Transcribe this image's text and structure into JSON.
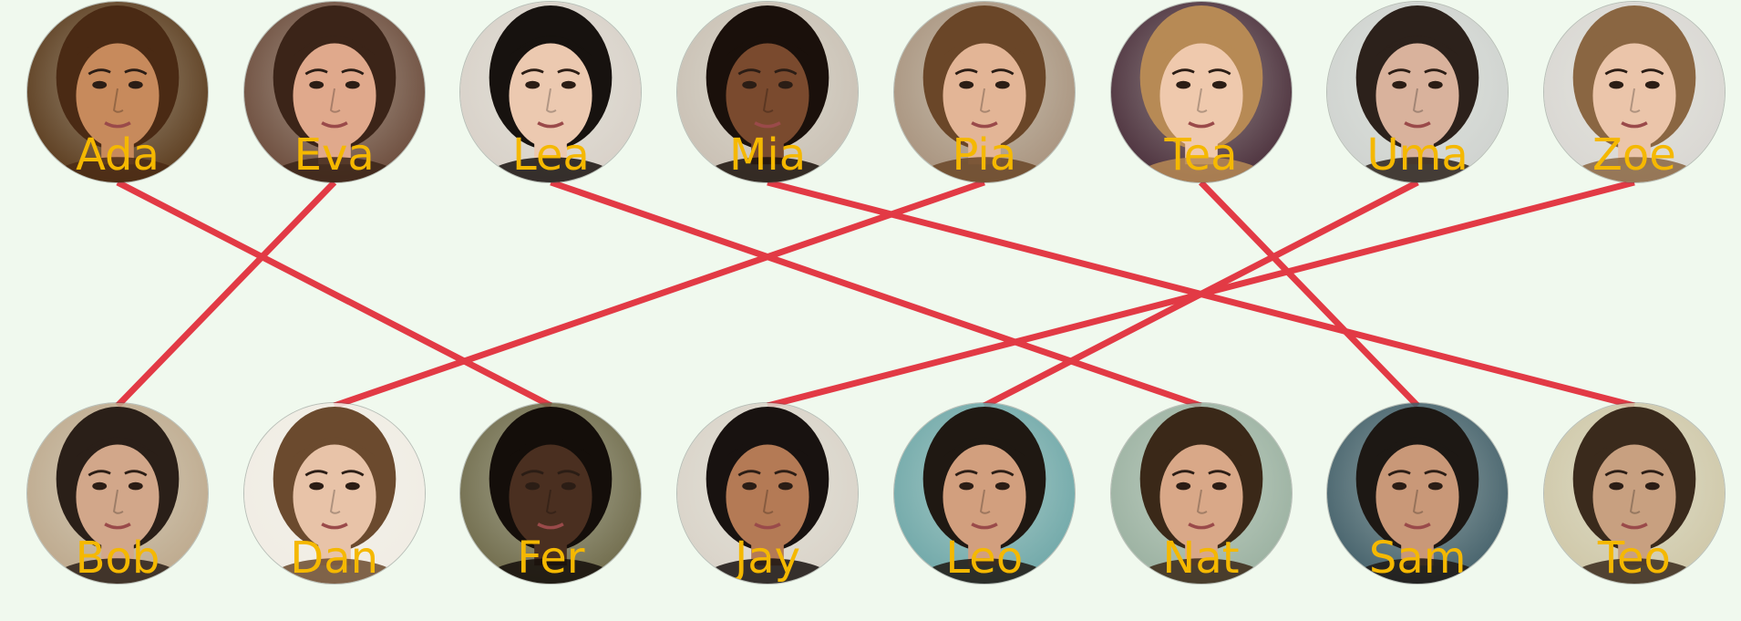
{
  "colors": {
    "background": "#f0f9ee",
    "line": "#e23a45",
    "label": "#f5b800"
  },
  "top_people": [
    {
      "name": "Ada",
      "skin": "#c78a5c",
      "hair": "#4a2a14",
      "bg": "#5a3a1c"
    },
    {
      "name": "Eva",
      "skin": "#e0a98c",
      "hair": "#3b2418",
      "bg": "#6b4a3a"
    },
    {
      "name": "Lea",
      "skin": "#ecc9b0",
      "hair": "#17120f",
      "bg": "#d8d0c8"
    },
    {
      "name": "Mia",
      "skin": "#7a4a2e",
      "hair": "#1a100b",
      "bg": "#c9bfb3"
    },
    {
      "name": "Pia",
      "skin": "#e3b596",
      "hair": "#6a4628",
      "bg": "#a8927d"
    },
    {
      "name": "Tea",
      "skin": "#efc9ad",
      "hair": "#b78a55",
      "bg": "#4a2e3a"
    },
    {
      "name": "Uma",
      "skin": "#d9b29c",
      "hair": "#2c211b",
      "bg": "#cfd2cf"
    },
    {
      "name": "Zoe",
      "skin": "#ebc5aa",
      "hair": "#8a6642",
      "bg": "#d9d6d2"
    }
  ],
  "bottom_people": [
    {
      "name": "Bob",
      "skin": "#d2a78a",
      "hair": "#2a1f18",
      "bg": "#bda88c"
    },
    {
      "name": "Dan",
      "skin": "#e8c3a8",
      "hair": "#6b4a2e",
      "bg": "#f1ece4"
    },
    {
      "name": "Fer",
      "skin": "#4a2f20",
      "hair": "#140e0a",
      "bg": "#6f6a4a"
    },
    {
      "name": "Jay",
      "skin": "#b47a55",
      "hair": "#181210",
      "bg": "#d9d2c8"
    },
    {
      "name": "Leo",
      "skin": "#d29f7e",
      "hair": "#1f1812",
      "bg": "#6fa7a8"
    },
    {
      "name": "Nat",
      "skin": "#d9a888",
      "hair": "#3a2818",
      "bg": "#9ab0a0"
    },
    {
      "name": "Sam",
      "skin": "#c99878",
      "hair": "#1d1814",
      "bg": "#44606a"
    },
    {
      "name": "Teo",
      "skin": "#c8a080",
      "hair": "#3a2a1c",
      "bg": "#cfc7a8"
    }
  ],
  "links": [
    {
      "top": "Ada",
      "bottom": "Fer"
    },
    {
      "top": "Eva",
      "bottom": "Bob"
    },
    {
      "top": "Lea",
      "bottom": "Nat"
    },
    {
      "top": "Mia",
      "bottom": "Teo"
    },
    {
      "top": "Pia",
      "bottom": "Dan"
    },
    {
      "top": "Tea",
      "bottom": "Sam"
    },
    {
      "top": "Uma",
      "bottom": "Leo"
    },
    {
      "top": "Zoe",
      "bottom": "Jay"
    }
  ]
}
